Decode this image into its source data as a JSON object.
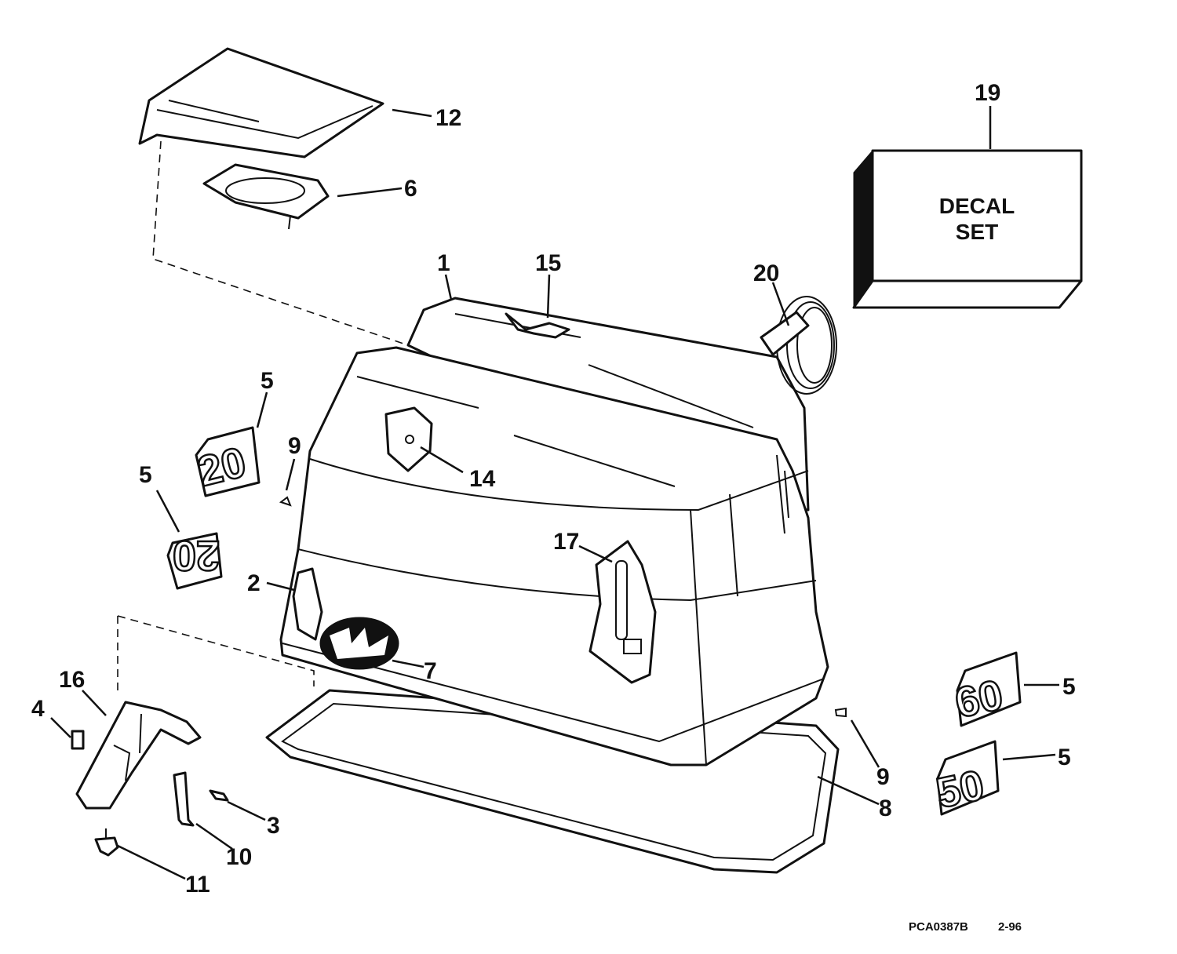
{
  "callouts": {
    "c1": "1",
    "c2": "2",
    "c3": "3",
    "c4": "4",
    "c5a": "5",
    "c5b": "5",
    "c5c": "5",
    "c5d": "5",
    "c6": "6",
    "c7": "7",
    "c8": "8",
    "c9a": "9",
    "c9b": "9",
    "c10": "10",
    "c11": "11",
    "c12": "12",
    "c14": "14",
    "c15": "15",
    "c16": "16",
    "c17": "17",
    "c19": "19",
    "c20": "20"
  },
  "decal_box": {
    "line1": "DECAL",
    "line2": "SET"
  },
  "decals": {
    "d20a": "20",
    "d20b": "20",
    "d60": "60",
    "d50": "50"
  },
  "footer": {
    "code": "PCA0387B",
    "date": "2-96"
  }
}
